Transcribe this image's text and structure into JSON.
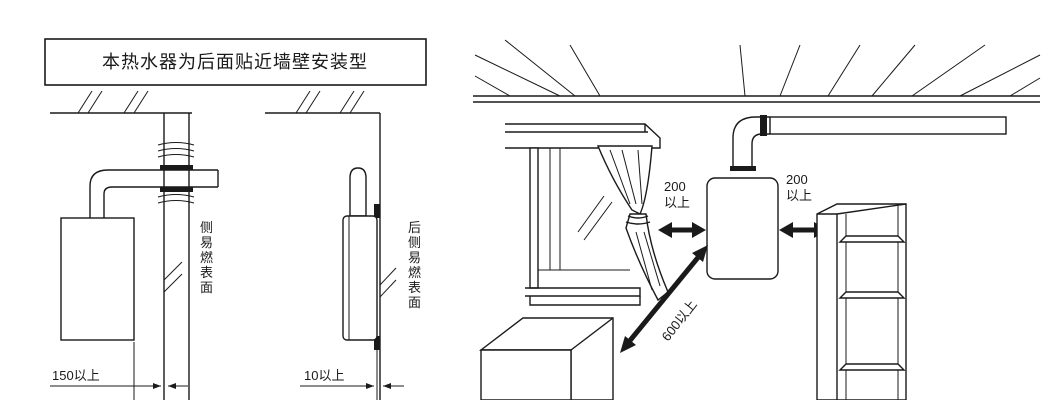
{
  "title": "本热水器为后面贴近墙壁安装型",
  "left_fig": {
    "side_surface_label": "侧易燃表面",
    "clearance_label": "150以上"
  },
  "middle_fig": {
    "back_surface_label": "后侧易燃表面",
    "clearance_label": "10以上"
  },
  "right_fig": {
    "left_clearance": [
      "200",
      "以上"
    ],
    "right_clearance": [
      "200",
      "以上"
    ],
    "diagonal_clearance": "600以上"
  }
}
